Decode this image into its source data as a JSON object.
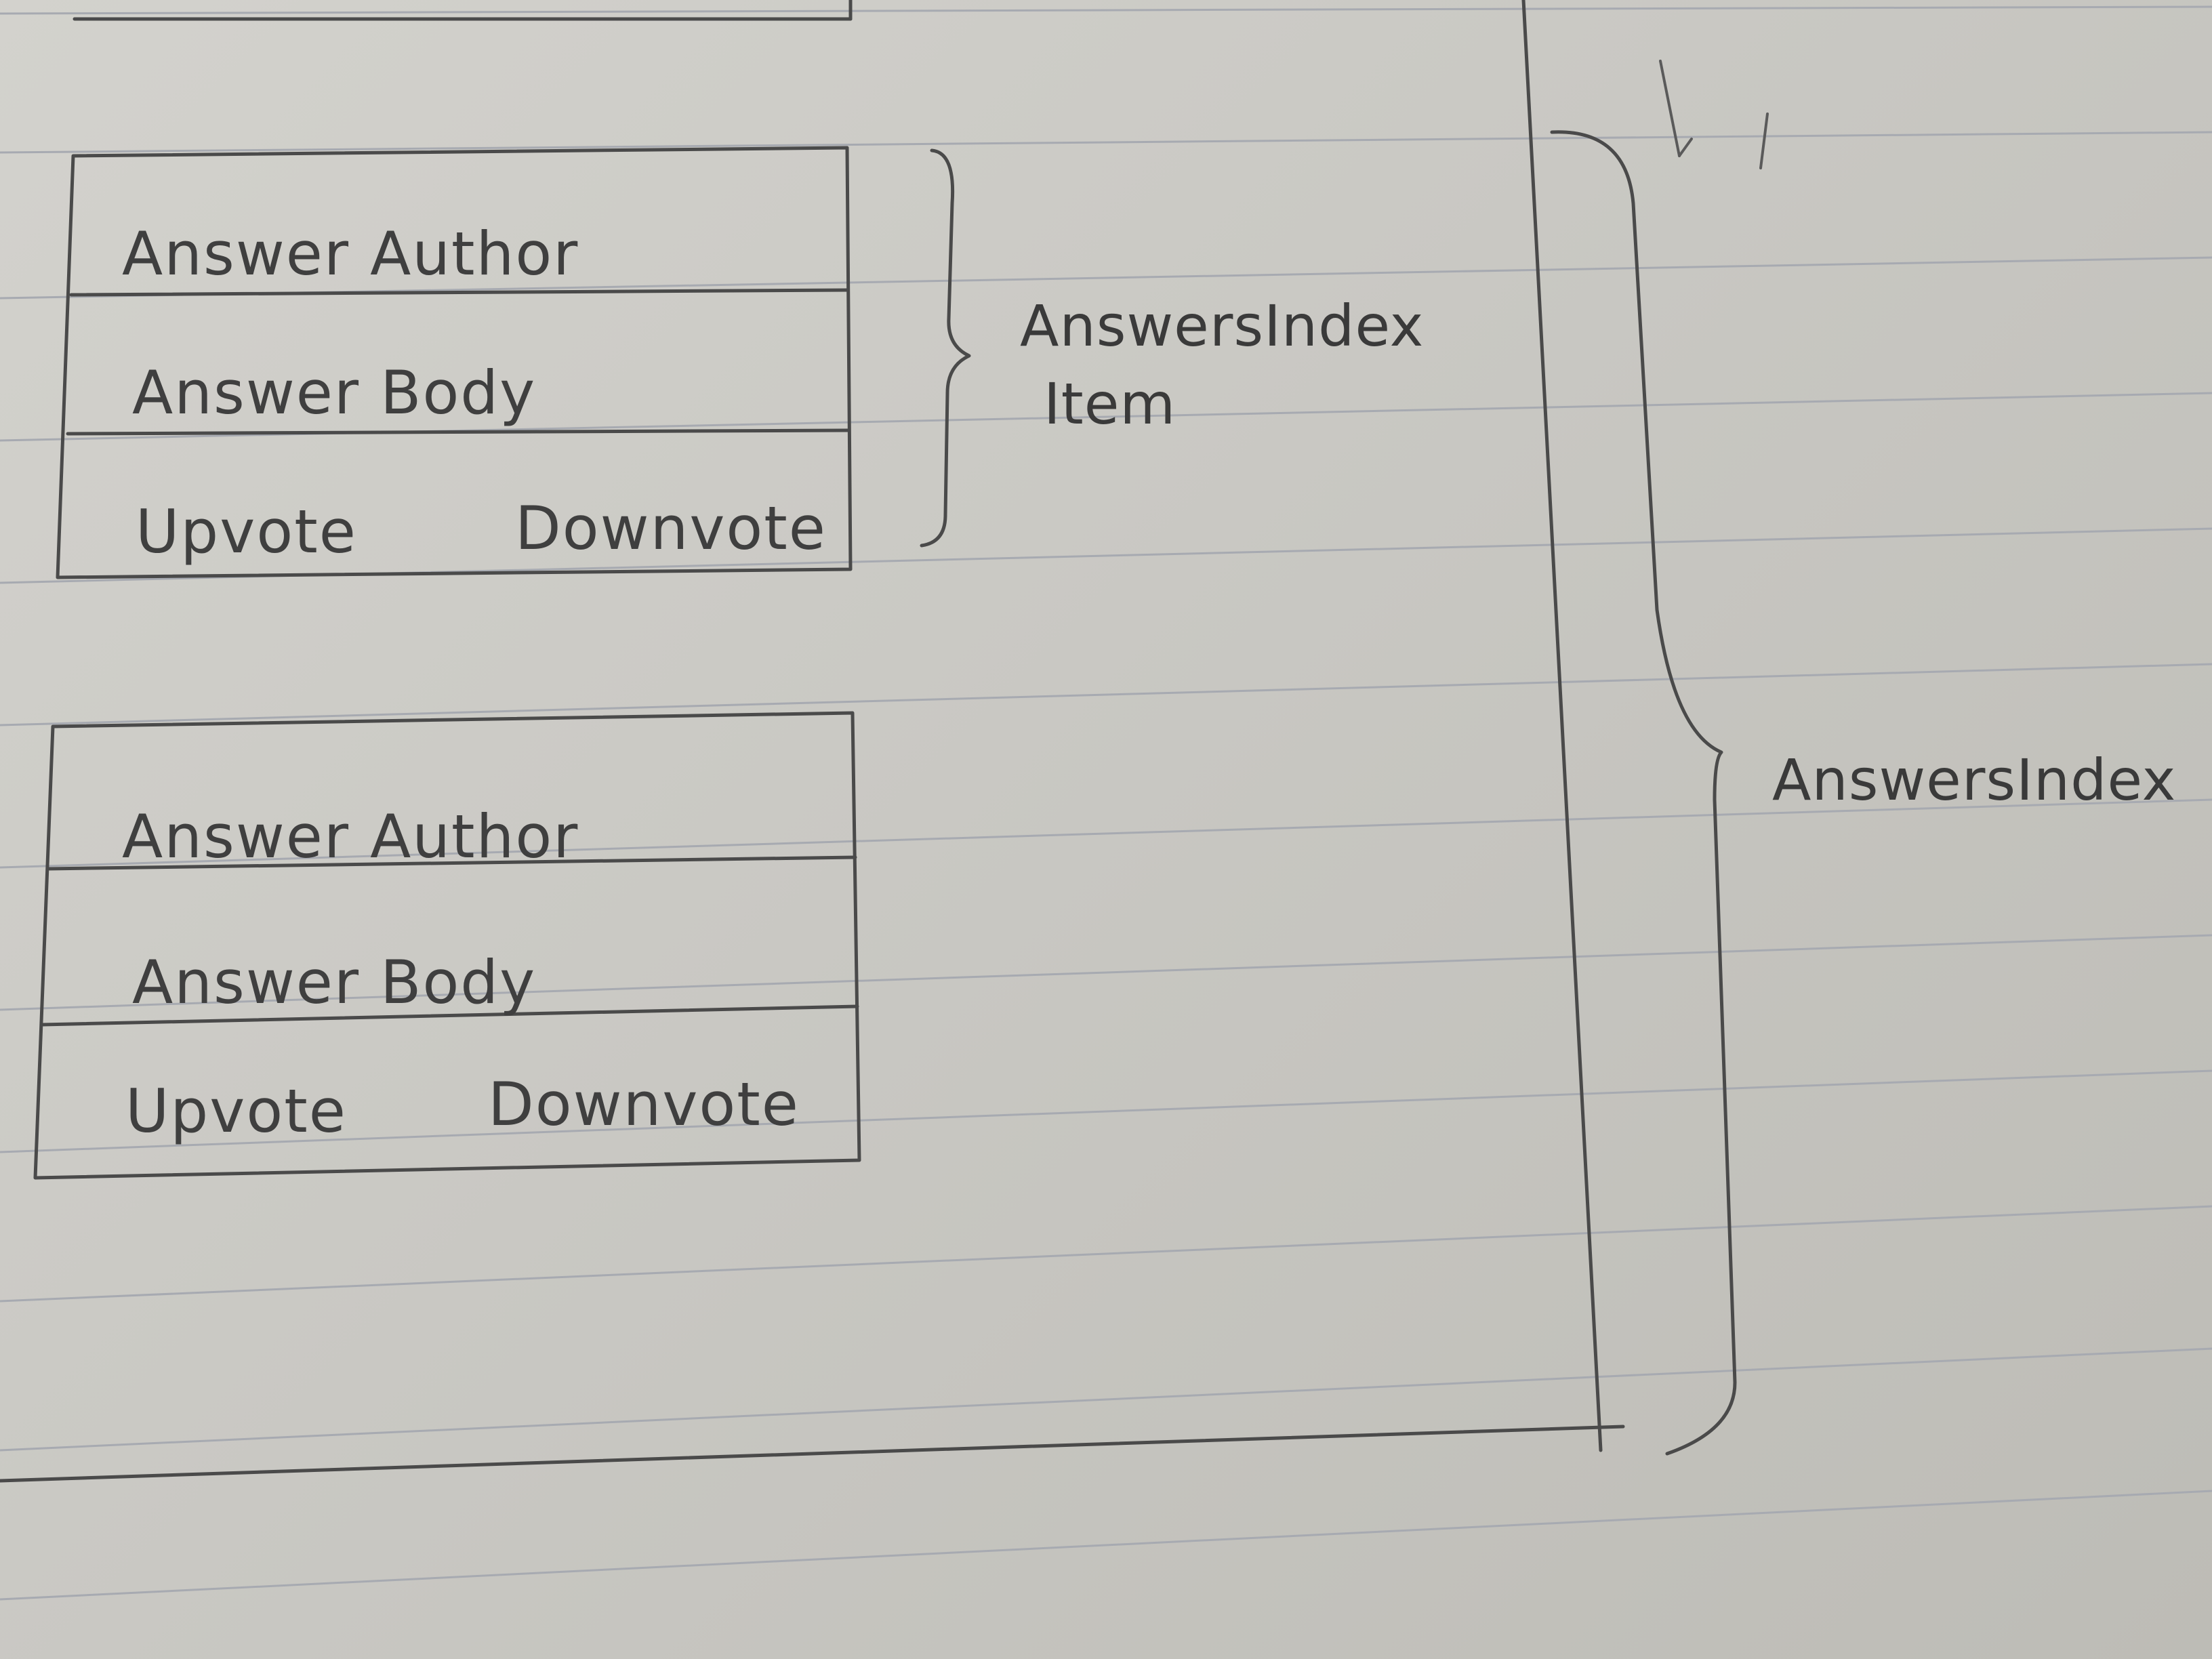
{
  "answer_items": [
    {
      "author_label": "Answer Author",
      "body_label": "Answer Body",
      "upvote_label": "Upvote",
      "downvote_label": "Downvote"
    },
    {
      "author_label": "Answer Author",
      "body_label": "Answer Body",
      "upvote_label": "Upvote",
      "downvote_label": "Downvote"
    }
  ],
  "item_annotation": {
    "line1": "AnswersIndex",
    "line2": "Item"
  },
  "index_annotation": "AnswersIndex",
  "colors": {
    "paper": "#d0cfca",
    "rule_line": "#a7aab1",
    "pencil": "#4a4a4a"
  }
}
